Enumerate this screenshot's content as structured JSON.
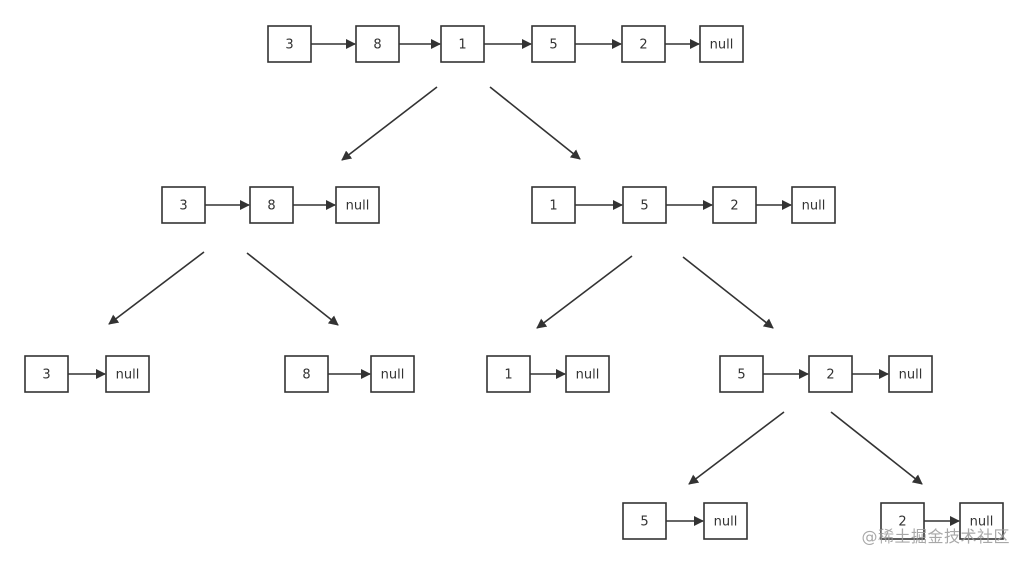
{
  "diagram": {
    "lists": [
      {
        "id": "L0",
        "values": [
          "3",
          "8",
          "1",
          "5",
          "2",
          "null"
        ]
      },
      {
        "id": "L1",
        "values": [
          "3",
          "8",
          "null"
        ]
      },
      {
        "id": "L2",
        "values": [
          "1",
          "5",
          "2",
          "null"
        ]
      },
      {
        "id": "L3",
        "values": [
          "3",
          "null"
        ]
      },
      {
        "id": "L4",
        "values": [
          "8",
          "null"
        ]
      },
      {
        "id": "L5",
        "values": [
          "1",
          "null"
        ]
      },
      {
        "id": "L6",
        "values": [
          "5",
          "2",
          "null"
        ]
      },
      {
        "id": "L7",
        "values": [
          "5",
          "null"
        ]
      },
      {
        "id": "L8",
        "values": [
          "2",
          "null"
        ]
      }
    ],
    "splits": [
      {
        "from": "L0",
        "to": "L1"
      },
      {
        "from": "L0",
        "to": "L2"
      },
      {
        "from": "L1",
        "to": "L3"
      },
      {
        "from": "L1",
        "to": "L4"
      },
      {
        "from": "L2",
        "to": "L5"
      },
      {
        "from": "L2",
        "to": "L6"
      },
      {
        "from": "L6",
        "to": "L7"
      },
      {
        "from": "L6",
        "to": "L8"
      }
    ]
  },
  "watermark": {
    "text": "@稀土掘金技术社区"
  }
}
